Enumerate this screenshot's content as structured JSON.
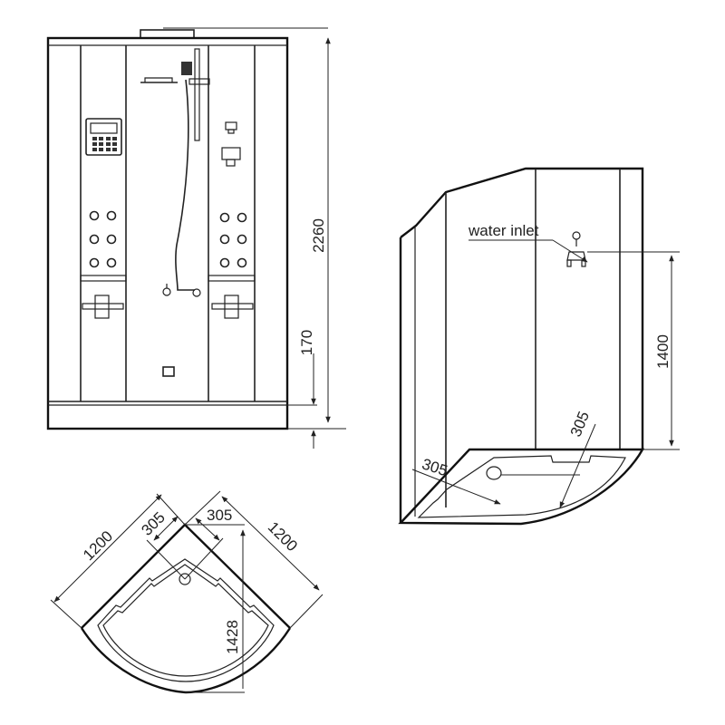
{
  "front_view": {
    "height_label": "2260",
    "base_label": "170"
  },
  "side_view": {
    "inlet_label": "water inlet",
    "inlet_height_label": "1400",
    "drain_offset_a": "305",
    "drain_offset_b": "305"
  },
  "plan_view": {
    "width_left": "1200",
    "width_right": "1200",
    "drain_offset_a": "305",
    "drain_offset_b": "305",
    "diagonal_label": "1428"
  }
}
